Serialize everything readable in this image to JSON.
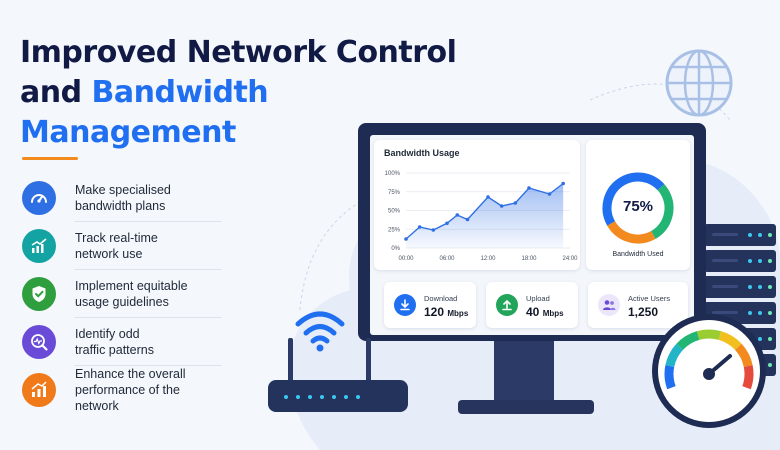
{
  "title": {
    "line1": "Improved Network Control",
    "line2_lead": "and ",
    "line2_accent": "Bandwidth",
    "line3_accent": "Management"
  },
  "features": [
    {
      "line1": "Make specialised",
      "line2": "bandwidth plans",
      "icon": "speedometer-icon",
      "color": "#2f6fe4"
    },
    {
      "line1": "Track real-time",
      "line2": "network use",
      "icon": "line-chart-icon",
      "color": "#14a3a3"
    },
    {
      "line1": "Implement equitable",
      "line2": "usage guidelines",
      "icon": "shield-check-icon",
      "color": "#2e9e3e"
    },
    {
      "line1": "Identify odd",
      "line2": "traffic patterns",
      "icon": "magnify-pulse-icon",
      "color": "#6a4bd8"
    },
    {
      "line1": "Enhance the overall",
      "line2": "performance of the network",
      "icon": "bar-chart-up-icon",
      "color": "#f07a1a"
    }
  ],
  "dashboard": {
    "chart_title": "Bandwidth Usage",
    "donut_value": "75%",
    "donut_label": "Bandwidth Used",
    "stats": [
      {
        "label": "Download",
        "value": "120",
        "unit": "Mbps",
        "icon": "download-icon",
        "color": "#1f6ff0"
      },
      {
        "label": "Upload",
        "value": "40",
        "unit": "Mbps",
        "icon": "upload-icon",
        "color": "#22a55a"
      },
      {
        "label": "Active Users",
        "value": "1,250",
        "unit": "",
        "icon": "users-icon",
        "color": "#6a4bd8"
      }
    ]
  },
  "chart_data": {
    "type": "area",
    "title": "Bandwidth Usage",
    "x_ticks": [
      "00:00",
      "06:00",
      "12:00",
      "18:00",
      "24:00"
    ],
    "y_ticks": [
      "0%",
      "25%",
      "50%",
      "75%",
      "100%"
    ],
    "ylim": [
      0,
      100
    ],
    "xlim": [
      0,
      24
    ],
    "x": [
      0,
      2,
      4,
      6,
      7.5,
      9,
      12,
      14,
      16,
      18,
      21,
      23
    ],
    "values": [
      12,
      28,
      24,
      33,
      44,
      38,
      68,
      56,
      60,
      80,
      72,
      86
    ],
    "color": "#2f6fe4",
    "grid": true,
    "donut": {
      "value": 75,
      "colors": [
        "#1f6ff0",
        "#22b573",
        "#f28a1e"
      ]
    }
  }
}
